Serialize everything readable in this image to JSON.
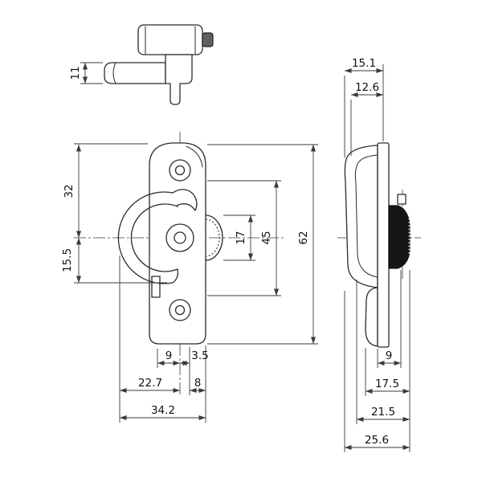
{
  "colors": {
    "background": "#ffffff",
    "line": "#2b2b2b",
    "dim_line": "#3a3a3a",
    "text": "#111111",
    "knob_fill": "#161616",
    "nub_fill": "#5f5f5f"
  },
  "dims": {
    "top_view": {
      "lever_height": "11"
    },
    "front_view": {
      "top_to_center": "32",
      "center_to_hook": "15.5",
      "thumbturn_span": "17",
      "inner_span": "45",
      "overall_height": "62",
      "center_offset_left": "9",
      "center_offset_right": "3.5",
      "hook_to_center_width": "22.7",
      "tab_width": "8",
      "overall_width": "34.2"
    },
    "side_view": {
      "overall_top_width": "15.1",
      "body_top_width": "12.6",
      "knob_projection": "9",
      "lower_depth": "17.5",
      "mid_depth": "21.5",
      "overall_depth": "25.6"
    }
  }
}
